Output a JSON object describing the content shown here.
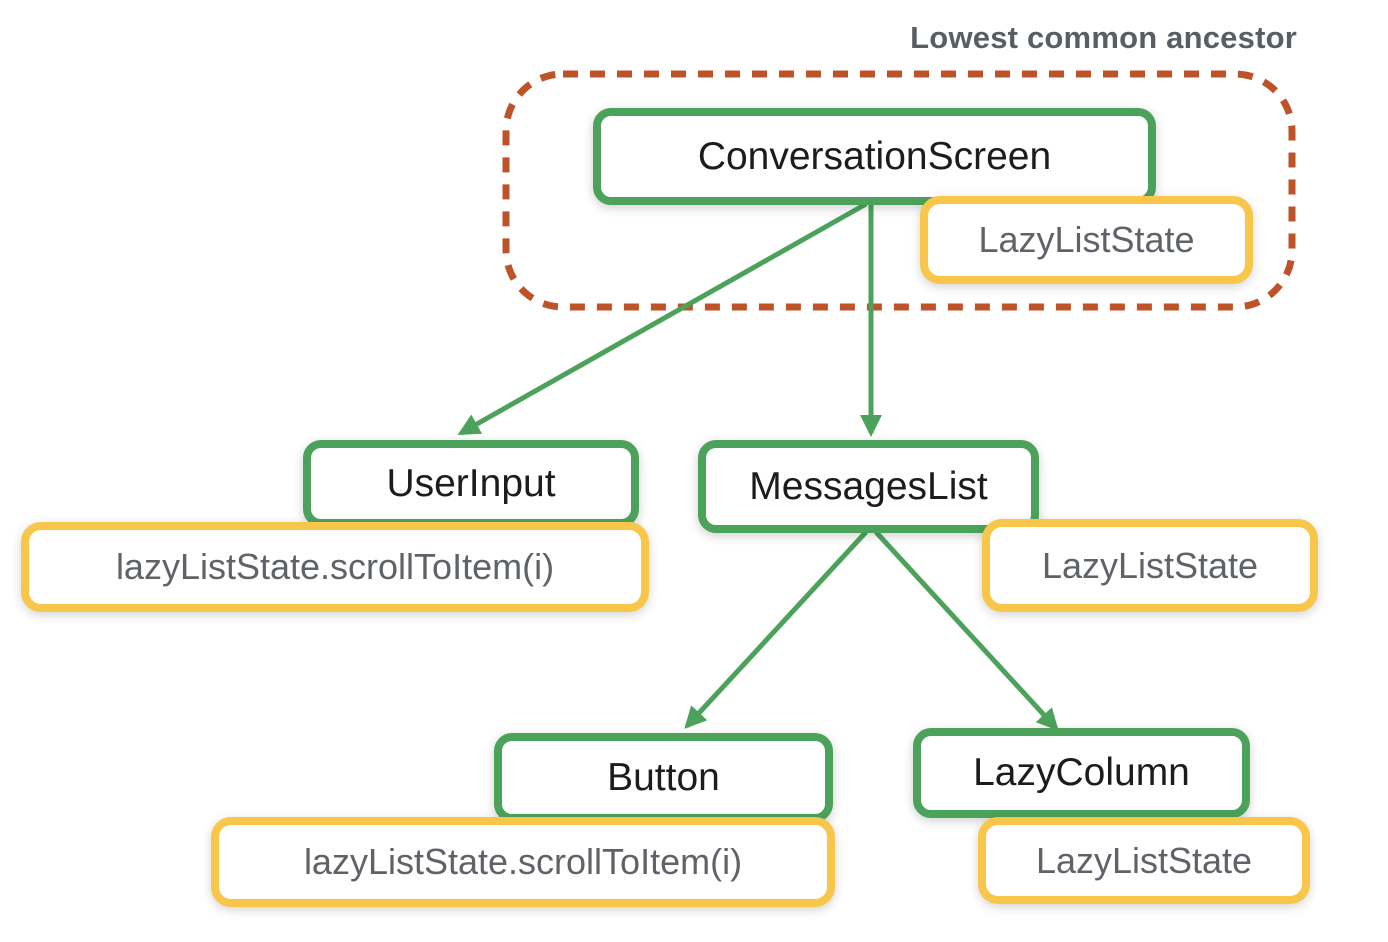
{
  "title": "Lowest common ancestor",
  "nodes": {
    "conversation_screen": "ConversationScreen",
    "user_input": "UserInput",
    "messages_list": "MessagesList",
    "button": "Button",
    "lazy_column": "LazyColumn"
  },
  "states": {
    "ancestor_state": "LazyListState",
    "messages_list_state": "LazyListState",
    "lazy_column_state": "LazyListState",
    "user_input_call": "lazyListState.scrollToItem(i)",
    "button_call": "lazyListState.scrollToItem(i)"
  },
  "edges": [
    {
      "from": "ConversationScreen",
      "to": "UserInput"
    },
    {
      "from": "ConversationScreen",
      "to": "MessagesList"
    },
    {
      "from": "MessagesList",
      "to": "Button"
    },
    {
      "from": "MessagesList",
      "to": "LazyColumn"
    }
  ],
  "colors": {
    "node_border": "#4ca25a",
    "state_border": "#f8c64a",
    "ancestor_outline": "#be5329",
    "node_text": "#1c1c1e",
    "state_text": "#5f6368",
    "title_text": "#5a5e62",
    "canvas_bg": "#ffffff"
  }
}
